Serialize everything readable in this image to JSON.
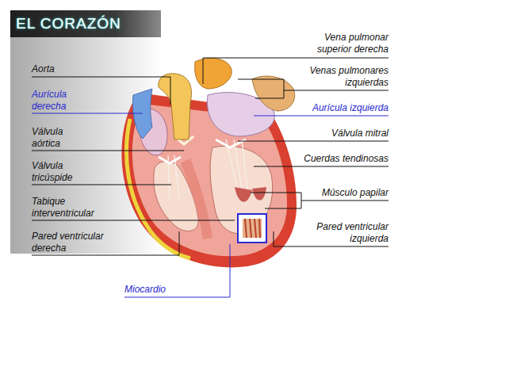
{
  "diagram": {
    "title": "EL CORAZÓN",
    "labels": [
      "Vena pulmonar superior derecha",
      "Aorta",
      "Venas pulmonares izquierdas",
      "Aurícula derecha",
      "Aurícula izquierda",
      "Válvula aórtica",
      "Válvula mitral",
      "Válvula tricúspide",
      "Cuerdas tendinosas",
      "Tabique interventricular",
      "Músculo papilar",
      "Pared ventricular derecha",
      "Pared ventricular izquierda",
      "Miocardio"
    ]
  }
}
